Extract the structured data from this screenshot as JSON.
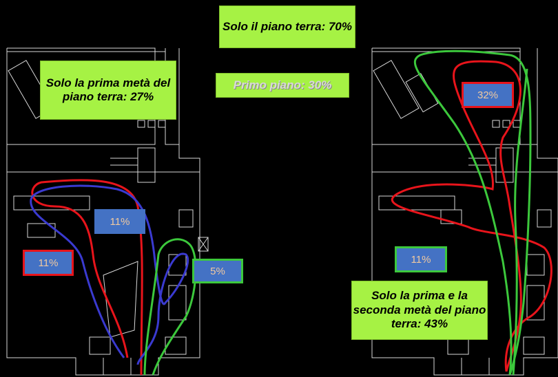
{
  "labels": {
    "ground_floor_only": "Solo il piano terra: 70%",
    "first_half_only": "Solo la prima metà del piano terra: 27%",
    "first_floor": "Primo piano: 30%",
    "first_and_second_half": "Solo la prima e la seconda metà del piano terra: 43%"
  },
  "percentages": {
    "left_center": "11%",
    "left_side": "11%",
    "left_right": "5%",
    "right_top": "32%",
    "right_middle": "11%"
  },
  "colors": {
    "background": "#000000",
    "label_bg": "#a6f244",
    "pct_bg": "#4472c4",
    "pct_text": "#f0c9a0",
    "route_red": "#e8141b",
    "route_green": "#3cc83c",
    "route_blue": "#3a3ad0",
    "plan_lines": "#d9d9d9"
  }
}
